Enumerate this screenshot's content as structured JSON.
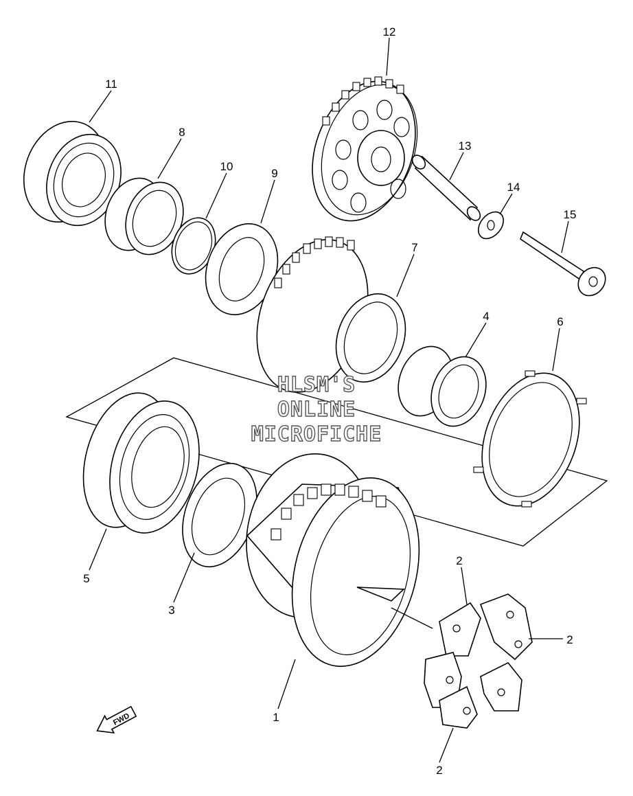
{
  "callouts": [
    "12",
    "11",
    "8",
    "10",
    "9",
    "13",
    "14",
    "15",
    "7",
    "4",
    "6",
    "5",
    "3",
    "1",
    "2",
    "2",
    "2",
    "2"
  ],
  "watermark": [
    "HLSM'S",
    "ONLINE",
    "MICROFICHE"
  ],
  "fwd_label": "FWD"
}
